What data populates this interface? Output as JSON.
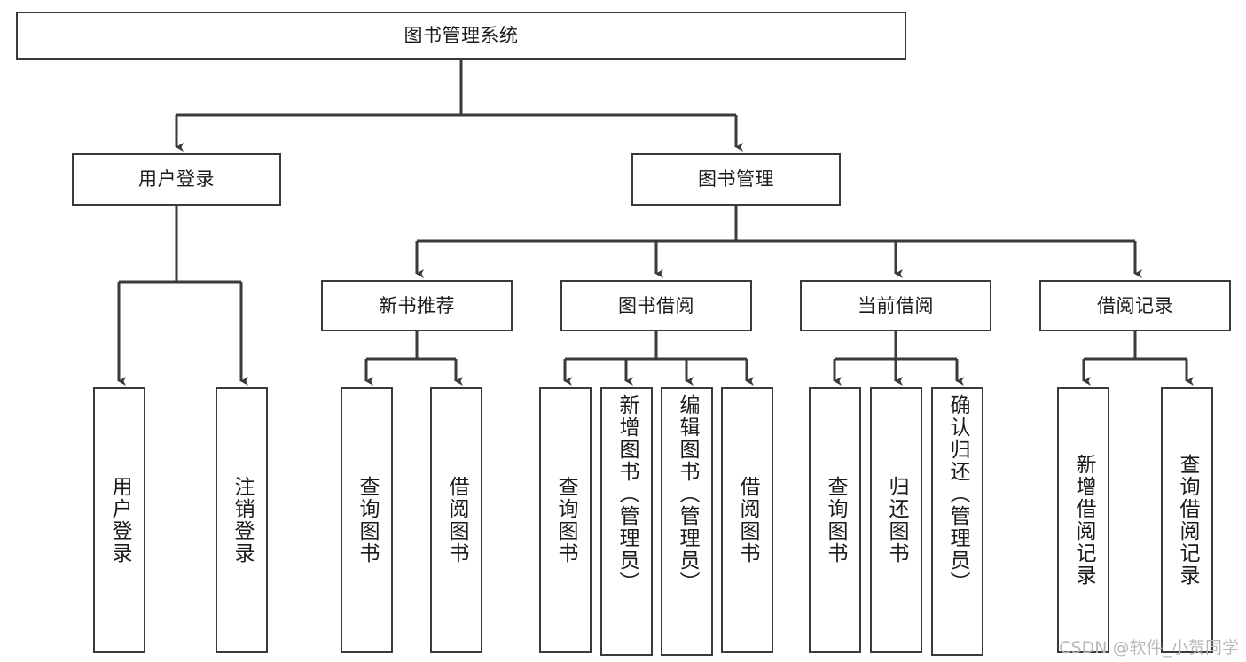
{
  "diagram": {
    "title": "图书管理系统",
    "type": "hierarchy-tree",
    "root": {
      "id": "root",
      "label": "图书管理系统"
    },
    "level2": [
      {
        "id": "user-login",
        "label": "用户登录"
      },
      {
        "id": "book-manage",
        "label": "图书管理"
      }
    ],
    "level3": [
      {
        "id": "new-book-recommend",
        "label": "新书推荐",
        "parent": "book-manage"
      },
      {
        "id": "book-borrow",
        "label": "图书借阅",
        "parent": "book-manage"
      },
      {
        "id": "current-borrow",
        "label": "当前借阅",
        "parent": "book-manage"
      },
      {
        "id": "borrow-record",
        "label": "借阅记录",
        "parent": "book-manage"
      }
    ],
    "leaves": {
      "user_login": [
        {
          "id": "leaf-user-login",
          "label": "用户登录"
        },
        {
          "id": "leaf-logout-login",
          "label": "注销登录"
        }
      ],
      "new_book_recommend": [
        {
          "id": "leaf-query-book-1",
          "label": "查询图书"
        },
        {
          "id": "leaf-borrow-book-1",
          "label": "借阅图书"
        }
      ],
      "book_borrow": [
        {
          "id": "leaf-query-book-2",
          "label": "查询图书"
        },
        {
          "id": "leaf-add-book",
          "label": "新增图书（管理员）"
        },
        {
          "id": "leaf-edit-book",
          "label": "编辑图书（管理员）"
        },
        {
          "id": "leaf-borrow-book-2",
          "label": "借阅图书"
        }
      ],
      "current_borrow": [
        {
          "id": "leaf-query-book-3",
          "label": "查询图书"
        },
        {
          "id": "leaf-return-book",
          "label": "归还图书"
        },
        {
          "id": "leaf-confirm-return",
          "label": "确认归还（管理员）"
        }
      ],
      "borrow_record": [
        {
          "id": "leaf-add-record",
          "label": "新增借阅记录"
        },
        {
          "id": "leaf-query-record",
          "label": "查询借阅记录"
        }
      ]
    },
    "colors": {
      "border": "#3a3a3a",
      "background": "#ffffff",
      "text": "#1a1a1a",
      "watermark": "#b9b9b9"
    }
  },
  "watermark": {
    "text": "CSDN @软件_小贺同学"
  }
}
